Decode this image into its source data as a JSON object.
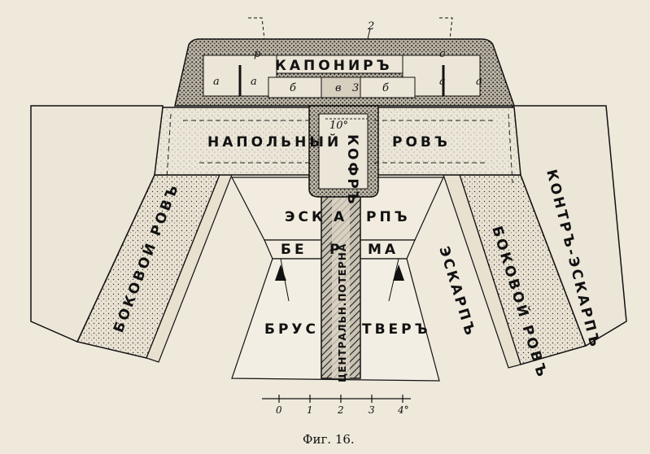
{
  "figure": {
    "caption": "Фиг. 16.",
    "labels": {
      "caponier": "КАПОНИРЪ",
      "frontal_ditch_left": "НАПОЛЬНЫЙ",
      "frontal_ditch_right": "РОВЪ",
      "coffer": "КОФРЪ",
      "coffer_width": "10°",
      "escarp_left": "ЭСК",
      "escarp_right": "РПЪ",
      "escarp_mid": "А",
      "berm_left": "БЕ",
      "berm_mid": "Р",
      "berm_right": "МА",
      "breastwork_left": "БРУС",
      "breastwork_right": "ТВЕРЪ",
      "central_postern": "ЦЕНТРАЛЬН.ПОТЕРНА",
      "side_ditch_left": "БОКОВОЙ РОВЪ",
      "side_ditch_right": "БОКОВОЙ РОВЪ",
      "escarp_side_right": "ЭСКАРПЪ",
      "counterscarp": "КОНТРЪ-ЭСКАРПЪ",
      "room_a": "а",
      "room_b": "б",
      "room_v": "в",
      "room_c": "с",
      "room_p": "р",
      "num_3": "3",
      "num_2": "2"
    },
    "scale": {
      "ticks": [
        "0",
        "1",
        "2",
        "3",
        "4°"
      ]
    }
  }
}
